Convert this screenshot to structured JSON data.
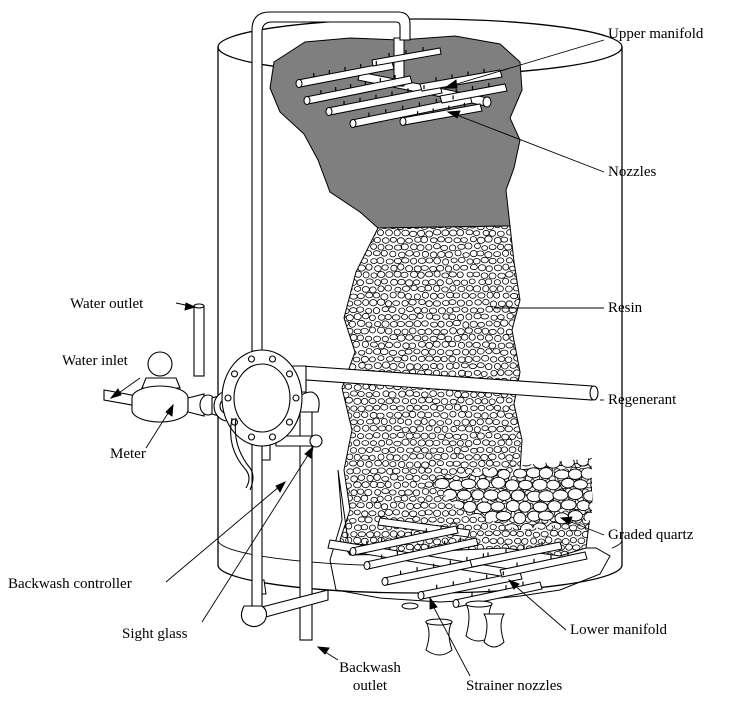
{
  "labels": {
    "upper_manifold": "Upper manifold",
    "nozzles": "Nozzles",
    "resin": "Resin",
    "regenerant": "Regenerant",
    "graded_quartz": "Graded quartz",
    "lower_manifold": "Lower manifold",
    "strainer_nozzles": "Strainer nozzles",
    "backwash_outlet_line1": "Backwash",
    "backwash_outlet_line2": "outlet",
    "sight_glass": "Sight glass",
    "backwash_controller": "Backwash controller",
    "meter": "Meter",
    "water_inlet": "Water inlet",
    "water_outlet": "Water outlet"
  },
  "colors": {
    "line": "#000000",
    "cutaway_fill": "#7f7f7f",
    "resin_fill": "#ffffff",
    "background": "#ffffff"
  }
}
